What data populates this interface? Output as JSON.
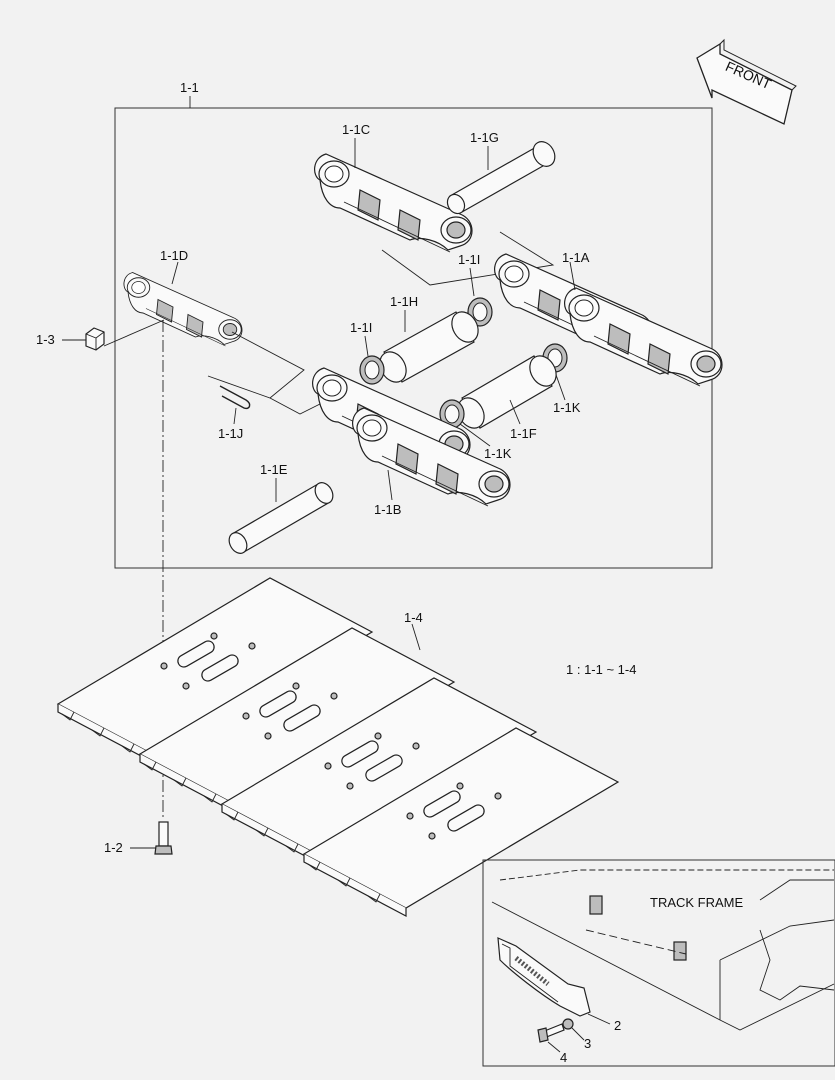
{
  "direction_arrow": {
    "text": "FRONT"
  },
  "callouts": {
    "assy": "1-1",
    "link_a": "1-1A",
    "link_b": "1-1B",
    "link_c": "1-1C",
    "link_d": "1-1D",
    "pin_e": "1-1E",
    "bushing_f": "1-1F",
    "pin_g": "1-1G",
    "bushing_h": "1-1H",
    "seal_i_upper": "1-1I",
    "seal_i_lower": "1-1I",
    "spring_pin_j": "1-1J",
    "seal_k_upper": "1-1K",
    "seal_k_lower": "1-1K",
    "shoe_bolt": "1-2",
    "shoe_nut": "1-3",
    "shoe": "1-4",
    "guard": "2",
    "washer": "3",
    "bolt": "4"
  },
  "note": "1 : 1-1 ~ 1-4",
  "inset": {
    "title": "TRACK FRAME"
  }
}
